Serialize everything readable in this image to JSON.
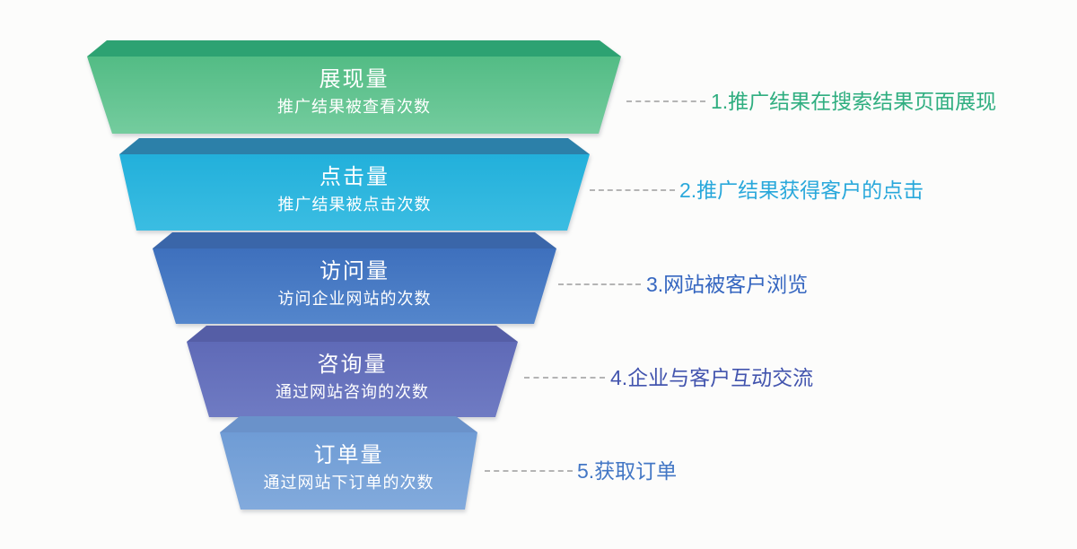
{
  "page": {
    "background": "#fcfcfb"
  },
  "chart_data": {
    "type": "funnel",
    "title": "",
    "direction": "top_wide_to_bottom_narrow",
    "legend_position": "none",
    "text_color_on_funnel": "#ffffff",
    "connector_style": "dashed",
    "connector_color": "#b4b4b4",
    "stages": [
      {
        "order": 1,
        "label": "展现量",
        "description": "推广结果被查看次数",
        "annotation": "1.推广结果在搜索结果页面展现",
        "front_color": "#53bc85",
        "front_color_end": "#74cc9e",
        "top_color": "#2da272",
        "annotation_color": "#2fae80"
      },
      {
        "order": 2,
        "label": "点击量",
        "description": "推广结果被点击次数",
        "annotation": "2.推广结果获得客户的点击",
        "front_color": "#22b0db",
        "front_color_end": "#3bbde2",
        "top_color": "#2c80a9",
        "annotation_color": "#29a8db"
      },
      {
        "order": 3,
        "label": "访问量",
        "description": "访问企业网站的次数",
        "annotation": "3.网站被客户浏览",
        "front_color": "#3e70bd",
        "front_color_end": "#5486cc",
        "top_color": "#3a66a9",
        "annotation_color": "#3566c0"
      },
      {
        "order": 4,
        "label": "咨询量",
        "description": "通过网站咨询的次数",
        "annotation": "4.企业与客户互动交流",
        "front_color": "#5f6ab7",
        "front_color_end": "#6f7bc3",
        "top_color": "#555ea6",
        "annotation_color": "#4254ae"
      },
      {
        "order": 5,
        "label": "订单量",
        "description": "通过网站下订单的次数",
        "annotation": "5.获取订单",
        "front_color": "#6f9cd5",
        "front_color_end": "#82aadc",
        "top_color": "#6a92ca",
        "annotation_color": "#4377c5"
      }
    ]
  }
}
